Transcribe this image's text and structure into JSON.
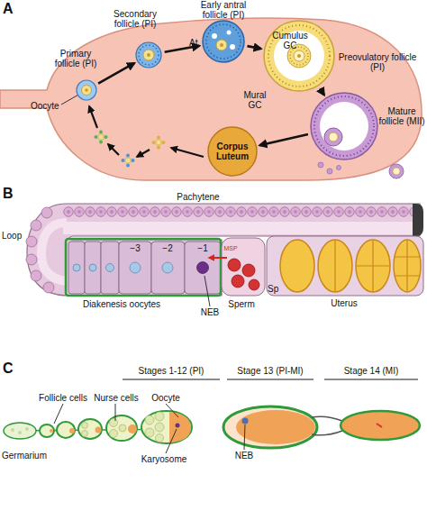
{
  "diagram": {
    "nodes": [
      {
        "text": [
          "Primary follicle (PI)"
        ]
      },
      {
        "text": [
          "Secondary follicle (PI)"
        ]
      },
      {
        "text": [
          "Early antral follicle (PI)",
          "At"
        ]
      },
      {
        "text": [
          "Preovulatory follicle (PI)",
          "Cumulus GC",
          "Mural GC"
        ]
      },
      {
        "text": [
          "Mature follicle (MII)"
        ]
      },
      {
        "text": [
          "Corpus Luteum"
        ]
      }
    ],
    "edges": [
      {
        "from": 0,
        "to": 1,
        "arrow": "to"
      },
      {
        "from": 1,
        "to": 2,
        "arrow": "to"
      },
      {
        "from": 2,
        "to": 3,
        "arrow": "to"
      },
      {
        "from": 3,
        "to": 4,
        "arrow": "to"
      },
      {
        "from": 4,
        "to": 5,
        "arrow": "to"
      }
    ],
    "labels": [
      "A",
      "Oocyte",
      "B",
      "Pachytene",
      "Loop",
      "−3",
      "−2",
      "−1",
      "Diakenesis oocytes",
      "NEB",
      "MSP",
      "Sperm",
      "Sp",
      "Uterus",
      "C",
      "Stages 1-12 (PI)",
      "Stage 13 (PI-MI)",
      "Stage 14 (MI)",
      "Follicle cells",
      "Nurse cells",
      "Oocyte",
      "Germarium",
      "Karyosome",
      "NEB"
    ]
  }
}
